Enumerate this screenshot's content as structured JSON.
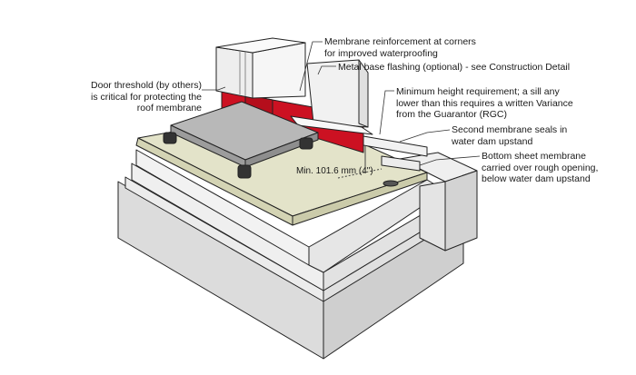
{
  "annotations": {
    "door_threshold": [
      "Door threshold (by others)",
      "is critical for protecting the",
      "roof membrane"
    ],
    "membrane_reinforcement": [
      "Membrane reinforcement at corners",
      "for improved waterproofing"
    ],
    "metal_base_flashing": [
      "Metal base flashing (optional) - see Construction Detail"
    ],
    "minimum_height": [
      "Minimum height requirement; a sill any",
      "lower than this requires a written Variance",
      "from the Guarantor (RGC)"
    ],
    "second_membrane": [
      "Second membrane seals in",
      "water dam upstand"
    ],
    "bottom_sheet": [
      "Bottom sheet membrane",
      "carried over rough opening,",
      "below water dam upstand"
    ],
    "dimension": "Min. 101.6 mm (4\")"
  },
  "colors": {
    "membrane": "#e3e3c9",
    "membrane_red": "#cc1122",
    "concrete": "#e6e6e6",
    "paver": "#b8b8b8",
    "stroke": "#222222"
  }
}
